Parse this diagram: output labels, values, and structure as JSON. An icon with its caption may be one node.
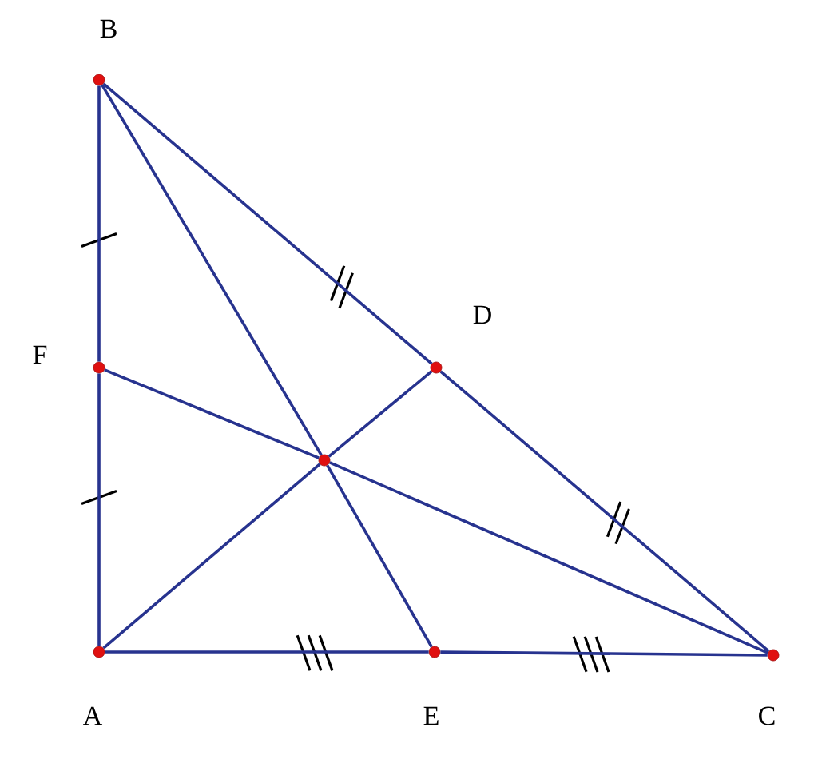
{
  "diagram": {
    "nodes": [
      {
        "text": [
          "B"
        ]
      },
      {
        "text": [
          "D"
        ]
      },
      {
        "text": [
          "F"
        ]
      },
      {
        "text": [],
        "shape": "circle"
      },
      {
        "text": [
          "A"
        ]
      },
      {
        "text": [
          "E"
        ]
      },
      {
        "text": [
          "C"
        ]
      }
    ],
    "edges": [
      {
        "from": 0,
        "to": 2,
        "arrow": "none"
      },
      {
        "from": 2,
        "to": 4,
        "arrow": "none"
      },
      {
        "from": 0,
        "to": 1,
        "arrow": "none"
      },
      {
        "from": 1,
        "to": 6,
        "arrow": "none"
      },
      {
        "from": 4,
        "to": 5,
        "arrow": "none"
      },
      {
        "from": 5,
        "to": 6,
        "arrow": "none"
      },
      {
        "from": 0,
        "to": 3,
        "arrow": "none"
      },
      {
        "from": 3,
        "to": 5,
        "arrow": "none"
      },
      {
        "from": 2,
        "to": 3,
        "arrow": "none"
      },
      {
        "from": 3,
        "to": 6,
        "arrow": "none"
      },
      {
        "from": 4,
        "to": 3,
        "arrow": "none"
      },
      {
        "from": 3,
        "to": 1,
        "arrow": "none"
      }
    ]
  }
}
